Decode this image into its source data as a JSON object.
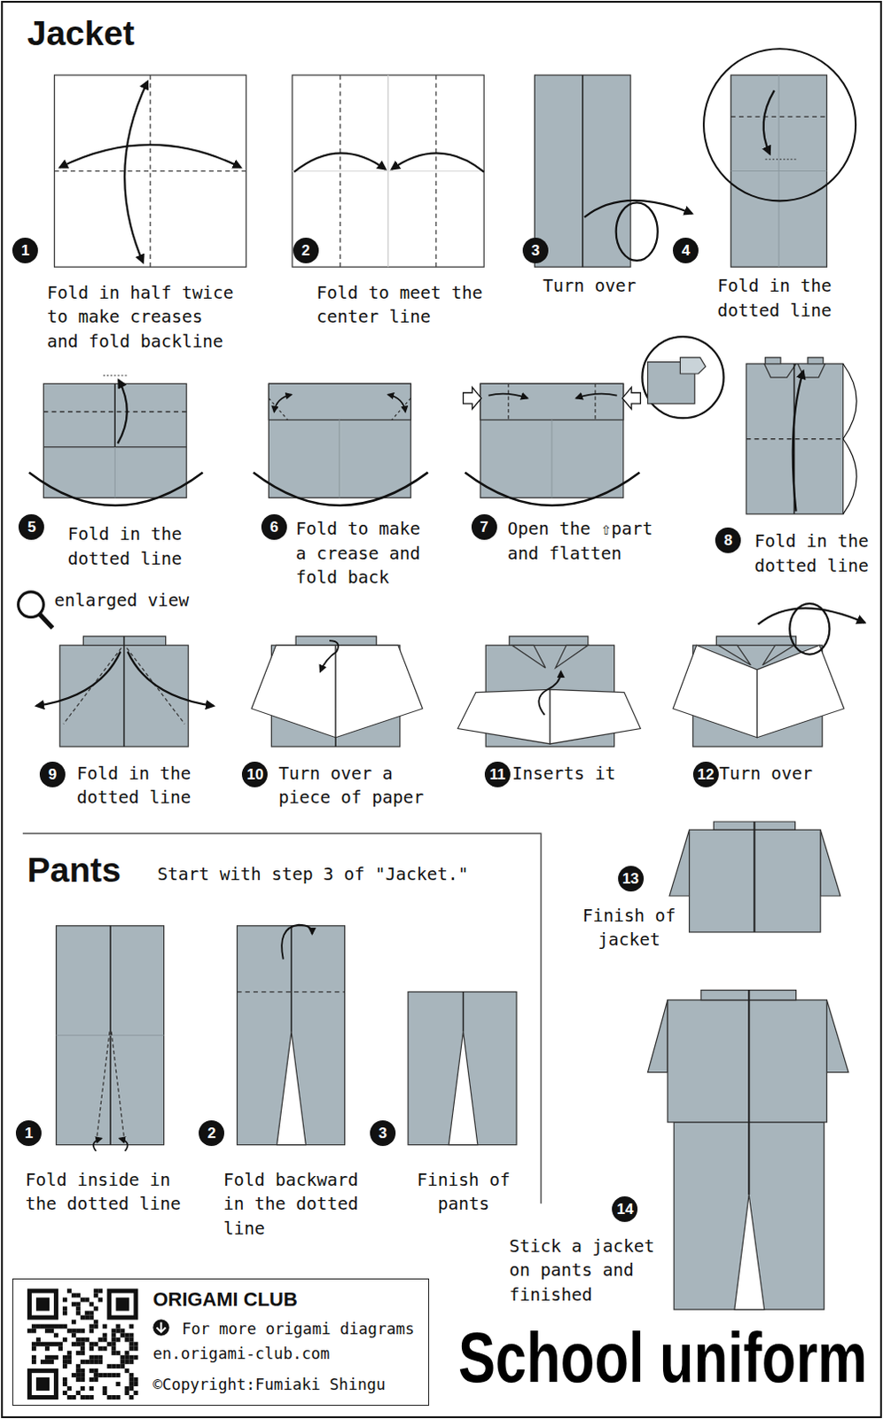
{
  "diagram": {
    "title": "School uniform",
    "nodes": [
      {
        "text": [
          "ORIGAMI CLUB",
          "For more origami diagrams",
          "en.origami-club.com",
          "©Copyright:Fumiaki Shingu"
        ]
      }
    ],
    "labels": [
      "Jacket",
      "1",
      "Fold in half twice to make creases and fold backline",
      "2",
      "Fold to meet the center line",
      "3",
      "Turn over",
      "4",
      "Fold in the dotted line",
      "5",
      "Fold in the dotted line",
      "6",
      "Fold to make a crease and fold back",
      "7",
      "Open the ⇧part and flatten",
      "8",
      "Fold in the dotted line",
      "enlarged view",
      "9",
      "Fold in the dotted line",
      "10",
      "Turn over a piece of paper",
      "11",
      "Inserts it",
      "12",
      "Turn over",
      "13",
      "Finish of jacket",
      "14",
      "Stick a jacket on pants and finished",
      "Pants",
      "Start with step 3 of \"Jacket.\"",
      "1",
      "Fold inside in the dotted line",
      "2",
      "Fold backward in the dotted line",
      "3",
      "Finish of pants"
    ]
  }
}
